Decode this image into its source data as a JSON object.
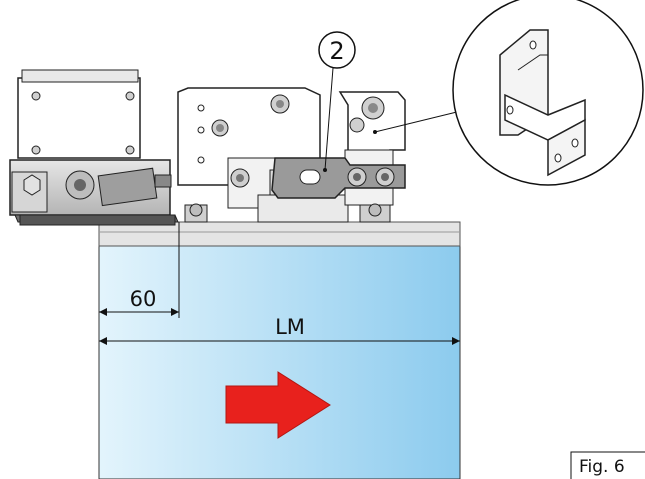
{
  "callout": {
    "label": "2"
  },
  "dimensions": {
    "offset_label": "60",
    "length_label": "LM"
  },
  "figure": {
    "label": "Fig. 6"
  },
  "colors": {
    "panel_light": "#dcf0fa",
    "panel_dark": "#8ccbee",
    "arrow": "#e8211d",
    "metal": "#c8c8c8",
    "rail": "#e4e4e4"
  },
  "icons": {
    "direction": "arrow-right-icon"
  }
}
